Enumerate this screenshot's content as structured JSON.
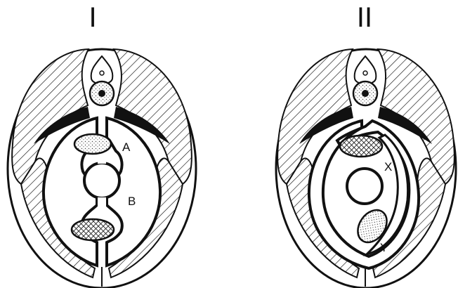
{
  "panels": [
    {
      "title": "I",
      "labels": {
        "upper": "A",
        "lower": "B"
      }
    },
    {
      "title": "II",
      "labels": {
        "upper": "X",
        "lower": "Y"
      }
    }
  ]
}
